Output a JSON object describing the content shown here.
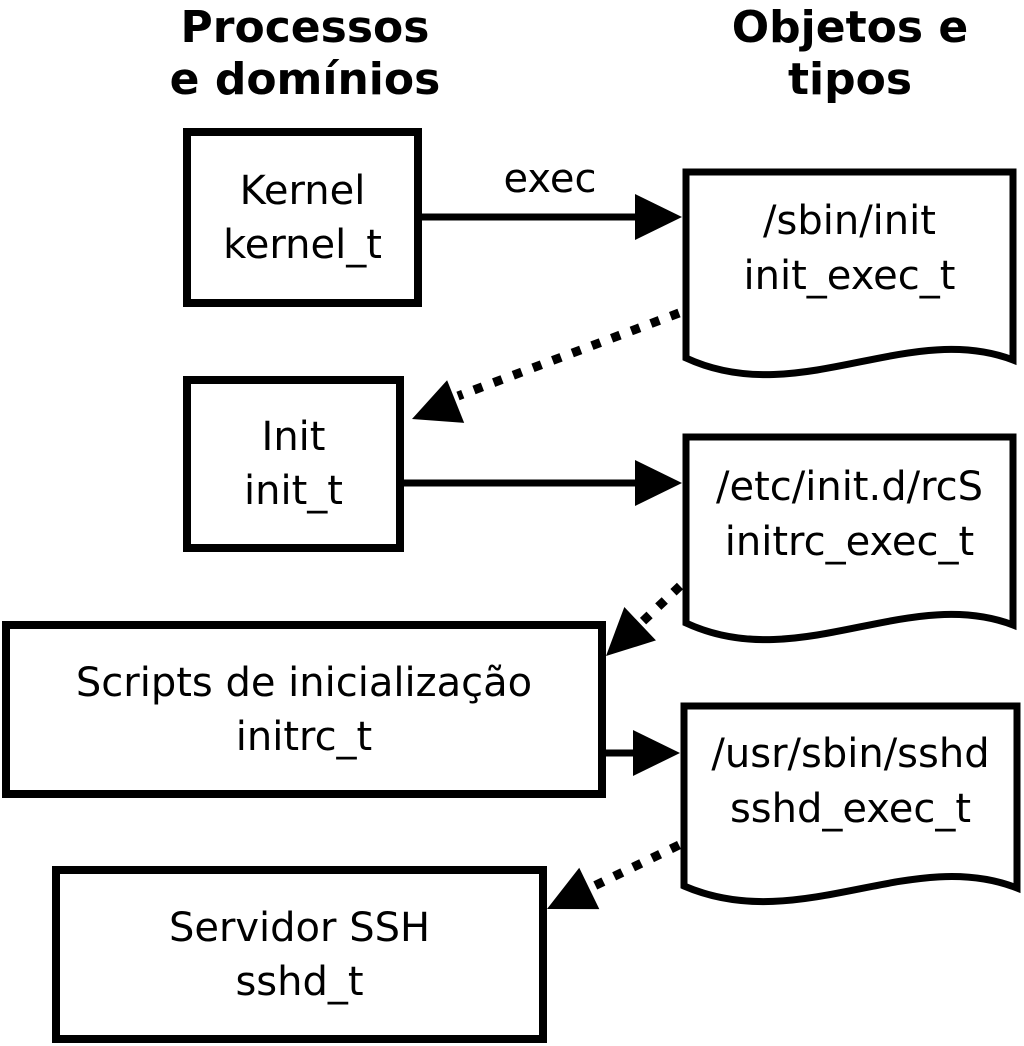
{
  "columns": {
    "processes": {
      "line1": "Processos",
      "line2": "e domínios"
    },
    "objects": {
      "line1": "Objetos e",
      "line2": "tipos"
    }
  },
  "processes": [
    {
      "name": "Kernel",
      "type": "kernel_t"
    },
    {
      "name": "Init",
      "type": "init_t"
    },
    {
      "name": "Scripts de inicialização",
      "type": "initrc_t"
    },
    {
      "name": "Servidor SSH",
      "type": "sshd_t"
    }
  ],
  "objects": [
    {
      "path": "/sbin/init",
      "type": "init_exec_t"
    },
    {
      "path": "/etc/init.d/rcS",
      "type": "initrc_exec_t"
    },
    {
      "path": "/usr/sbin/sshd",
      "type": "sshd_exec_t"
    }
  ],
  "edges": {
    "exec_label": "exec"
  },
  "colors": {
    "foreground": "#000000",
    "background": "#ffffff"
  }
}
